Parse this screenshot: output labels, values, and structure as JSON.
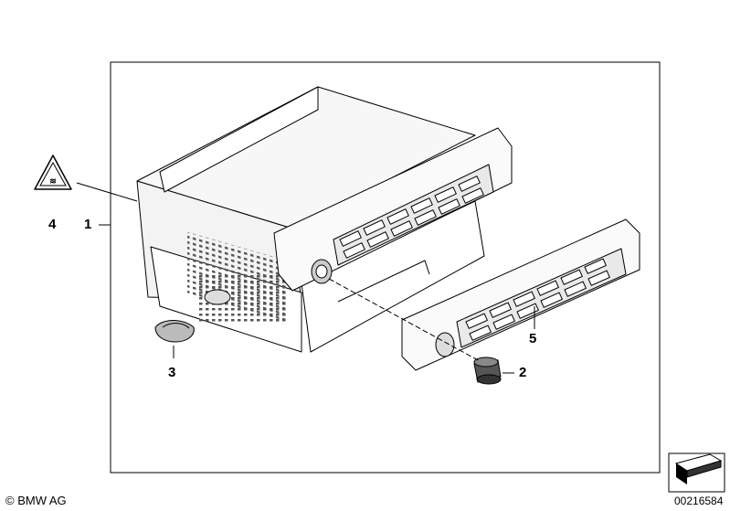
{
  "callouts": [
    {
      "id": "1",
      "text": "1"
    },
    {
      "id": "2",
      "text": "2"
    },
    {
      "id": "3",
      "text": "3"
    },
    {
      "id": "4",
      "text": "4"
    },
    {
      "id": "5",
      "text": "5"
    }
  ],
  "footer": {
    "copyright": "© BMW AG",
    "diagram_number": "00216584"
  },
  "icons": {
    "warning_triangle": "warning-triangle-icon",
    "navigation_arrow": "view-arrow-icon"
  }
}
